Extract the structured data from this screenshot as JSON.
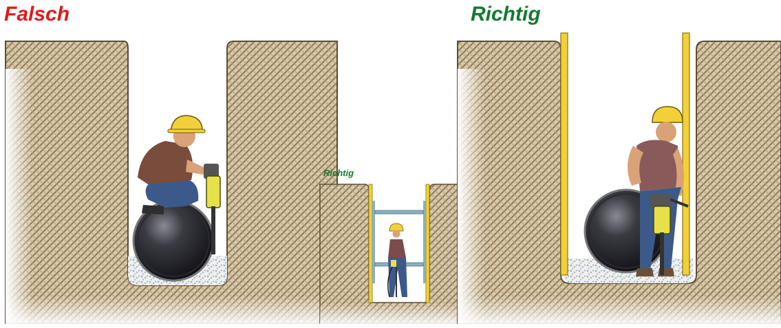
{
  "labels": {
    "wrong": "Falsch",
    "right": "Richtig",
    "middle": "Richtig"
  },
  "colors": {
    "wrong": "#e01b1b",
    "right": "#147a2e",
    "soil": "#c9b795",
    "soil_dark": "#8a7659",
    "shoring_post": "#f2d03a",
    "strut": "#8ab0c2",
    "pipe": "#1c1c22",
    "helmet": "#f2d03a"
  },
  "icons": {
    "left": "worker-in-unshored-trench-icon",
    "middle": "worker-in-strutted-trench-icon",
    "right": "worker-in-shored-trench-icon"
  }
}
